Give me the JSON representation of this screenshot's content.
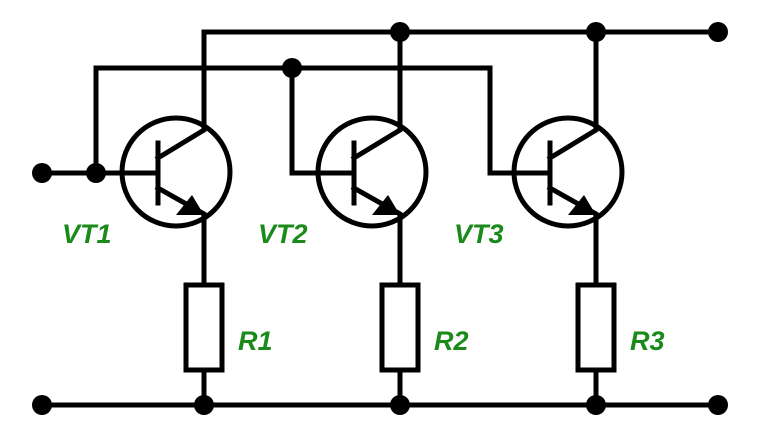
{
  "colors": {
    "wire": "#000000",
    "label": "#1a8a1a",
    "background": "#ffffff"
  },
  "transistors": [
    {
      "label": "VT1"
    },
    {
      "label": "VT2"
    },
    {
      "label": "VT3"
    }
  ],
  "resistors": [
    {
      "label": "R1"
    },
    {
      "label": "R2"
    },
    {
      "label": "R3"
    }
  ]
}
